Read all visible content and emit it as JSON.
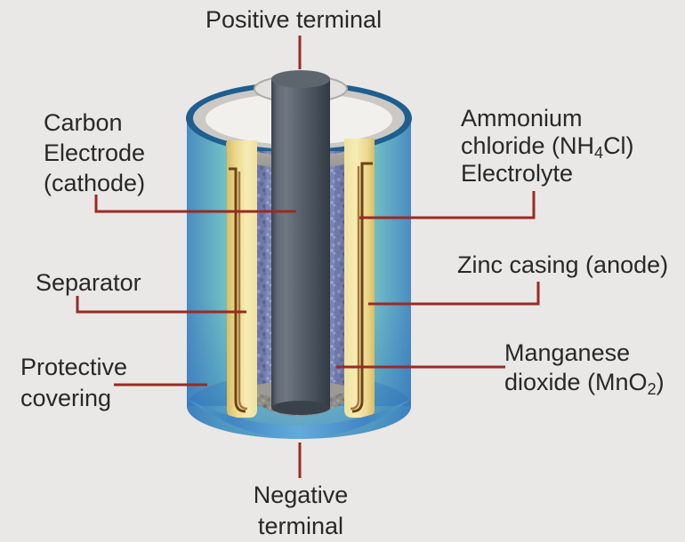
{
  "figure": {
    "kind": "battery-cross-section-diagram",
    "background_color": "#e9e8e6",
    "leader_line_color": "#9b2a24",
    "text_color": "#282828"
  },
  "labels": {
    "positive_terminal": "Positive terminal",
    "carbon_electrode": {
      "line1": "Carbon",
      "line2": "Electrode",
      "line3": "(cathode)"
    },
    "electrolyte": {
      "line1": "Ammonium",
      "line2_pre": "chloride (NH",
      "line2_sub": "4",
      "line2_post": "Cl)",
      "line3": "Electrolyte"
    },
    "zinc_casing": "Zinc casing (anode)",
    "separator": "Separator",
    "protective_covering": {
      "line1": "Protective",
      "line2": "covering"
    },
    "manganese_dioxide": {
      "line1": "Manganese",
      "line2_pre": "dioxide (MnO",
      "line2_sub": "2",
      "line2_post": ")"
    },
    "negative_terminal": {
      "line1": "Negative",
      "line2": "terminal"
    }
  },
  "part_colors": {
    "protective_covering_teal": "#8ad3c9",
    "casing_edge_blue": "#4a8cc2",
    "casing_bottom_blue": "#4186c2",
    "top_rim_navy": "#1e5f90",
    "top_surface_white": "#f2f0ec",
    "zinc_layer_yellow": "#d9bd62",
    "separator_cream": "#f6ecb4",
    "separator_fold_brown": "#6b4418",
    "electrolyte_paste_blue": "#7b85b7",
    "carbon_rod_gray": "#59626c",
    "bottom_disc_gray": "#8d8b85"
  }
}
